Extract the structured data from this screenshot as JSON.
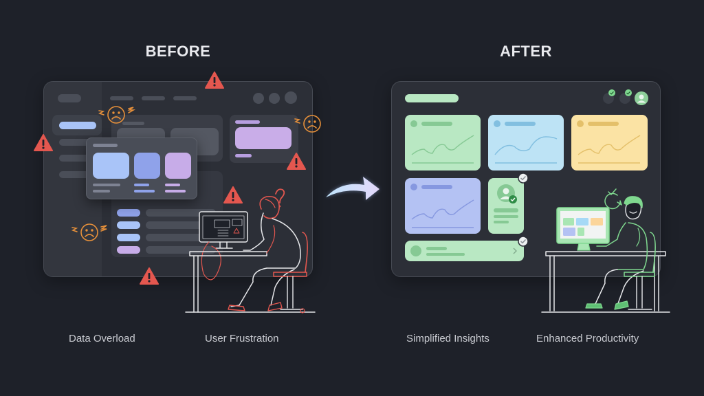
{
  "before": {
    "heading": "BEFORE",
    "captions": [
      "Data Overload",
      "User Frustration"
    ],
    "accent_color": "#e4574f",
    "emotion_color": "#e8913a",
    "icons": [
      "warning-icon",
      "sad-face-icon",
      "question-mark-icon",
      "frustrated-user-illustration"
    ]
  },
  "after": {
    "heading": "AFTER",
    "captions": [
      "Simplified Insights",
      "Enhanced Productivity"
    ],
    "accent_color": "#7fd88f",
    "cards": [
      {
        "color": "#b9e8c3",
        "type": "line-chart"
      },
      {
        "color": "#bde3f5",
        "type": "line-chart"
      },
      {
        "color": "#fbe3a4",
        "type": "line-chart"
      },
      {
        "color": "#b4c2f3",
        "type": "line-chart"
      },
      {
        "color": "#b9e8c3",
        "type": "profile"
      },
      {
        "color": "#b9e8c3",
        "type": "list-item"
      }
    ],
    "icons": [
      "check-icon",
      "avatar-icon",
      "chevron-right-icon",
      "happy-user-illustration"
    ]
  },
  "transition": {
    "icon": "curved-arrow-icon"
  }
}
